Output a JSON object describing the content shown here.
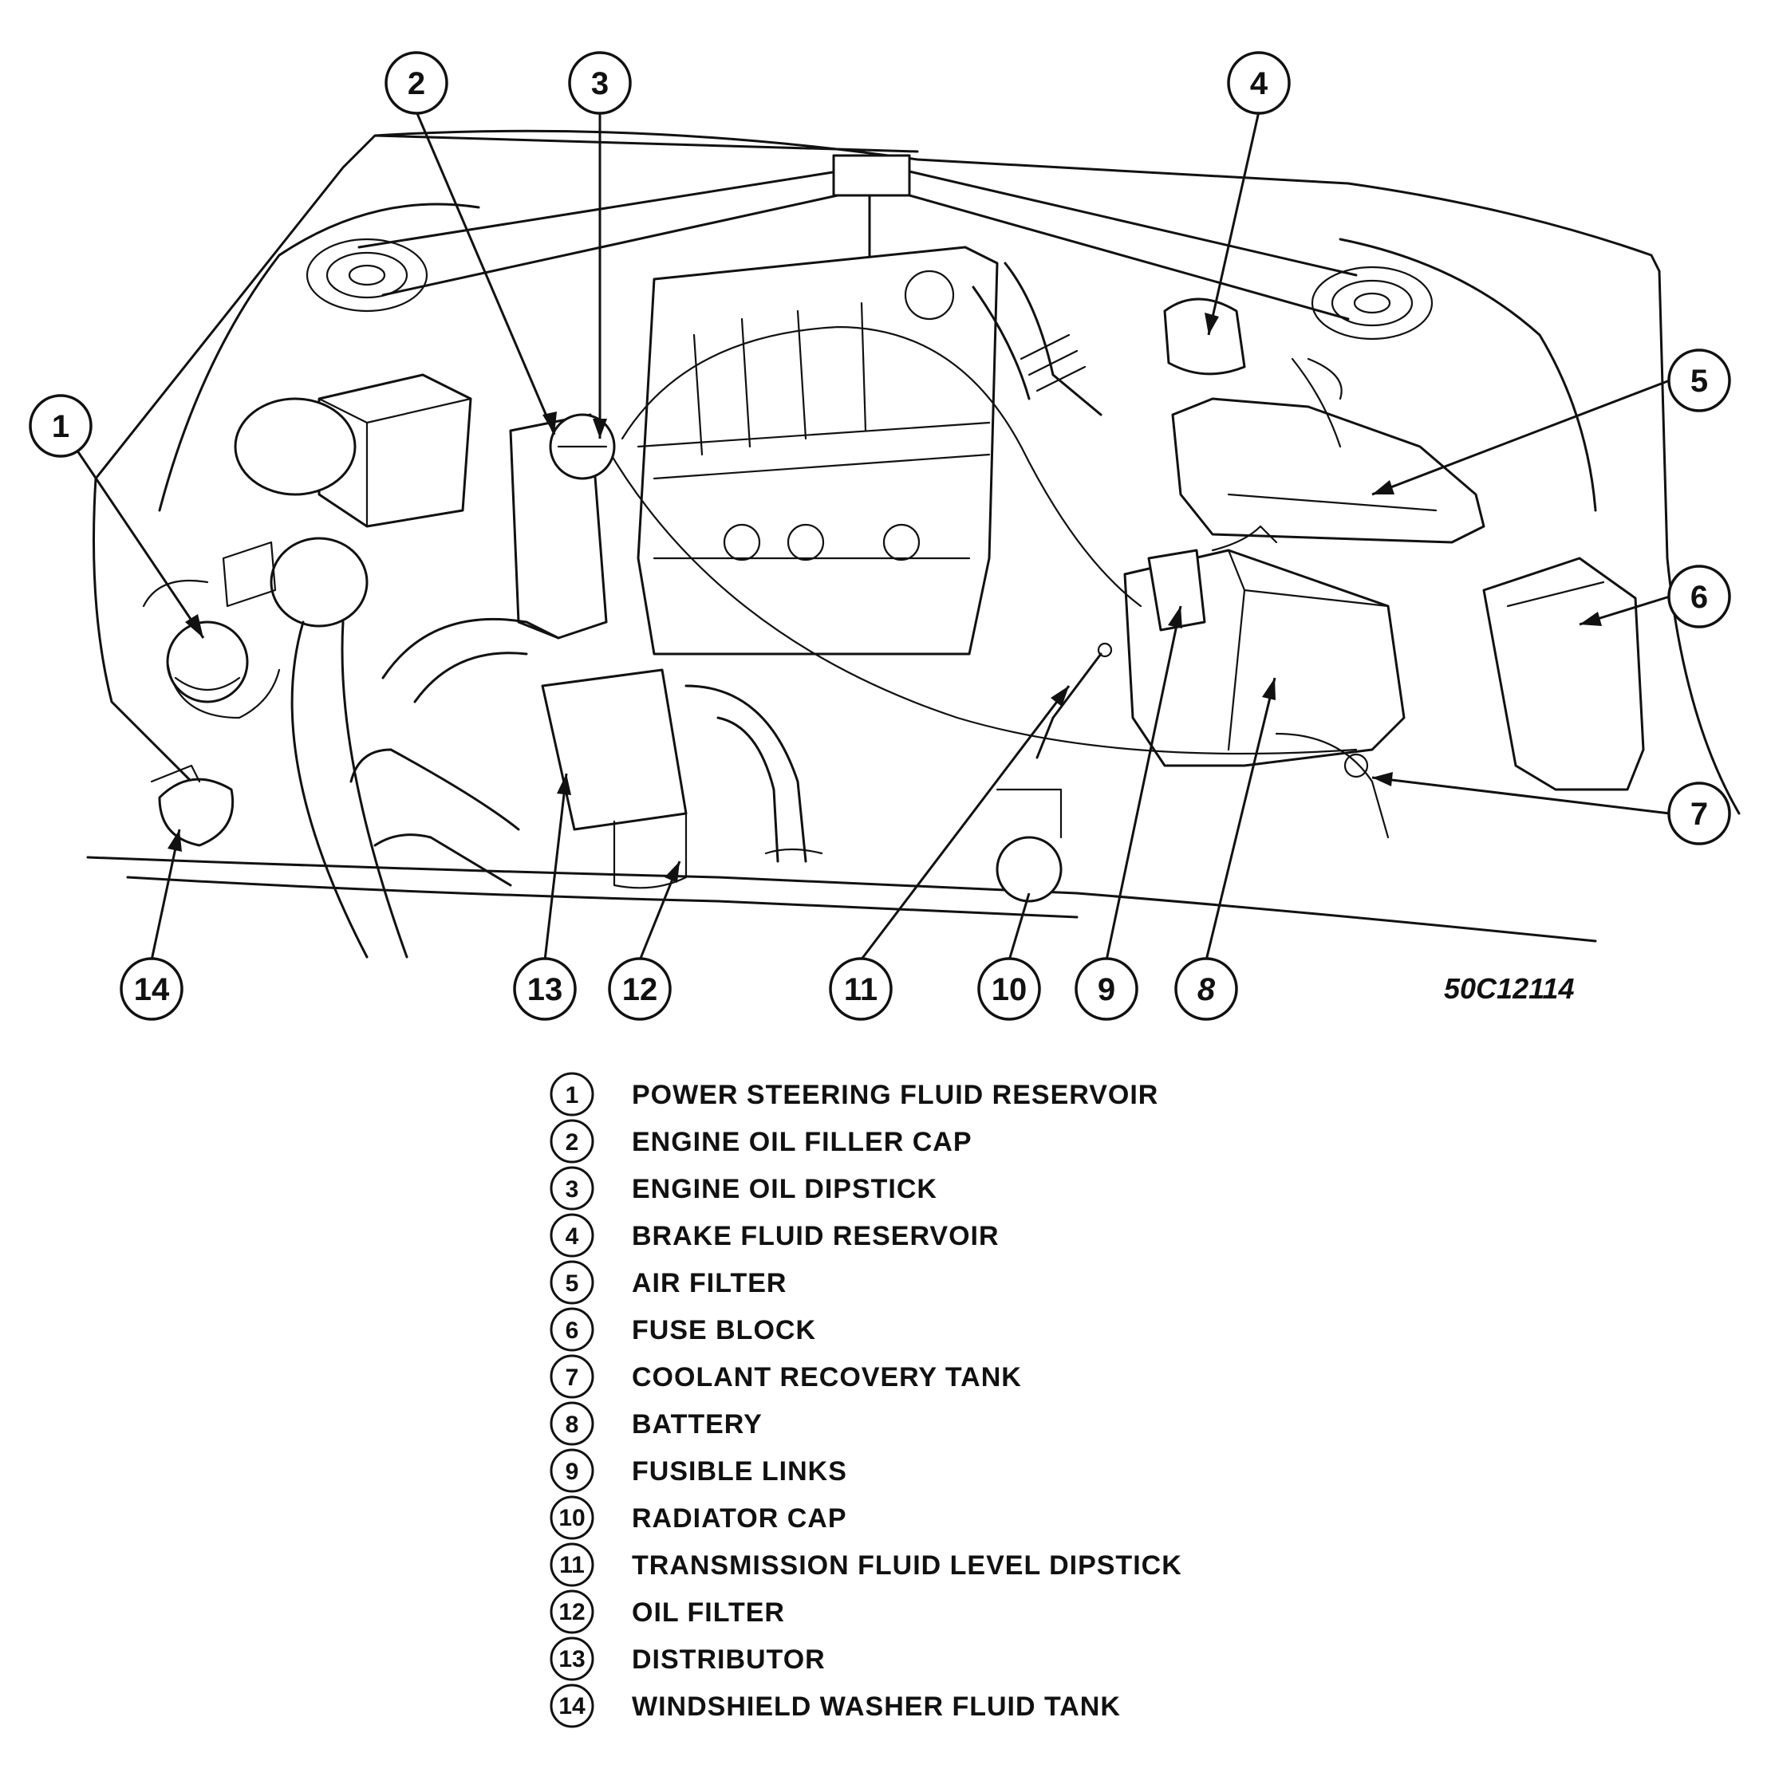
{
  "figure_id": "50C12114",
  "callouts": [
    {
      "num": "1"
    },
    {
      "num": "2"
    },
    {
      "num": "3"
    },
    {
      "num": "4"
    },
    {
      "num": "5"
    },
    {
      "num": "6"
    },
    {
      "num": "7"
    },
    {
      "num": "8"
    },
    {
      "num": "9"
    },
    {
      "num": "10"
    },
    {
      "num": "11"
    },
    {
      "num": "12"
    },
    {
      "num": "13"
    },
    {
      "num": "14"
    }
  ],
  "legend": [
    {
      "num": "1",
      "label": "POWER STEERING FLUID RESERVOIR"
    },
    {
      "num": "2",
      "label": "ENGINE OIL FILLER CAP"
    },
    {
      "num": "3",
      "label": "ENGINE OIL DIPSTICK"
    },
    {
      "num": "4",
      "label": "BRAKE FLUID RESERVOIR"
    },
    {
      "num": "5",
      "label": "AIR FILTER"
    },
    {
      "num": "6",
      "label": "FUSE BLOCK"
    },
    {
      "num": "7",
      "label": "COOLANT RECOVERY TANK"
    },
    {
      "num": "8",
      "label": "BATTERY"
    },
    {
      "num": "9",
      "label": "FUSIBLE LINKS"
    },
    {
      "num": "10",
      "label": "RADIATOR CAP"
    },
    {
      "num": "11",
      "label": "TRANSMISSION FLUID LEVEL DIPSTICK"
    },
    {
      "num": "12",
      "label": "OIL FILTER"
    },
    {
      "num": "13",
      "label": "DISTRIBUTOR"
    },
    {
      "num": "14",
      "label": "WINDSHIELD WASHER FLUID TANK"
    }
  ]
}
